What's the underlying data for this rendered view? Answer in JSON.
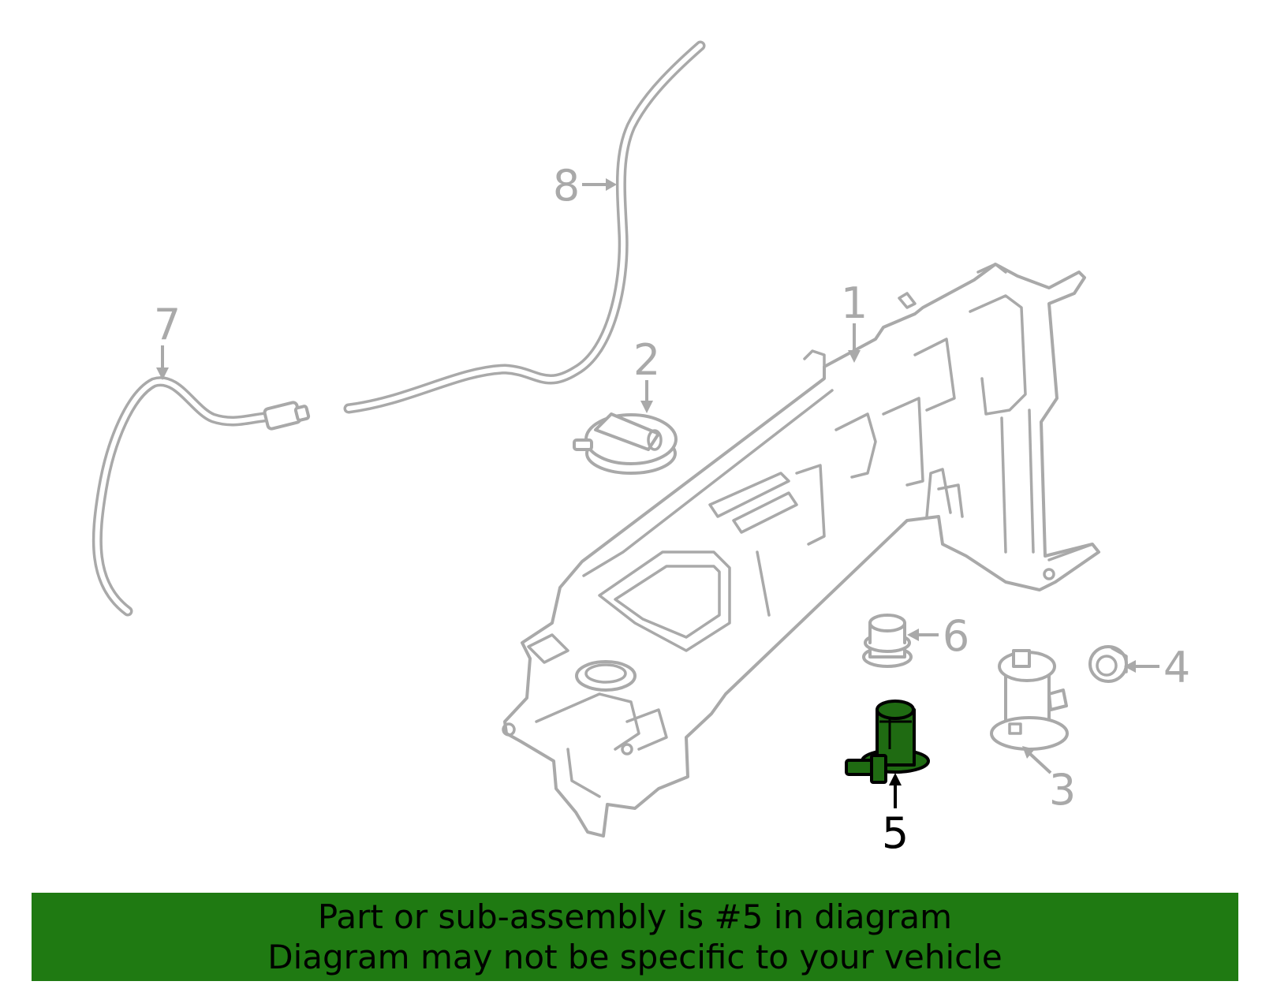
{
  "callouts": {
    "c1": "1",
    "c2": "2",
    "c3": "3",
    "c4": "4",
    "c5": "5",
    "c6": "6",
    "c7": "7",
    "c8": "8"
  },
  "highlighted_part": "5",
  "banner": {
    "line1": "Part or sub-assembly is #5 in diagram",
    "line2": "Diagram may not be specific to your vehicle"
  },
  "colors": {
    "highlight": "#1f6b12",
    "banner": "#1f7a12",
    "outline": "#a9a9a9"
  }
}
